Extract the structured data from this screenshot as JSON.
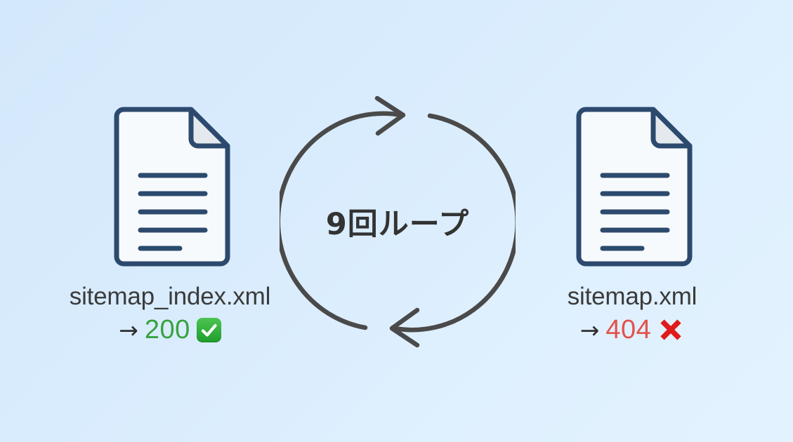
{
  "background": {
    "color_start": "#d4e8fb",
    "color_end": "#e3f2ff"
  },
  "loop": {
    "label": "9回ループ",
    "arc_color": "#4a4a4a",
    "top_arrow_direction": "right",
    "bottom_arrow_direction": "left"
  },
  "left": {
    "icon": "document-icon",
    "filename": "sitemap_index.xml",
    "arrow": "→",
    "status_code": "200",
    "status_icon": "white-check-mark-emoji",
    "status_color": "#36a33f"
  },
  "right": {
    "icon": "document-icon",
    "filename": "sitemap.xml",
    "arrow": "→",
    "status_code": "404",
    "status_icon": "cross-mark-emoji",
    "status_color": "#e2524a"
  },
  "doc_style": {
    "outline_color": "#2c4a6e",
    "fill_color": "#f7fafc",
    "fold_fill_color": "#e4e9ee",
    "line_count": 5
  }
}
